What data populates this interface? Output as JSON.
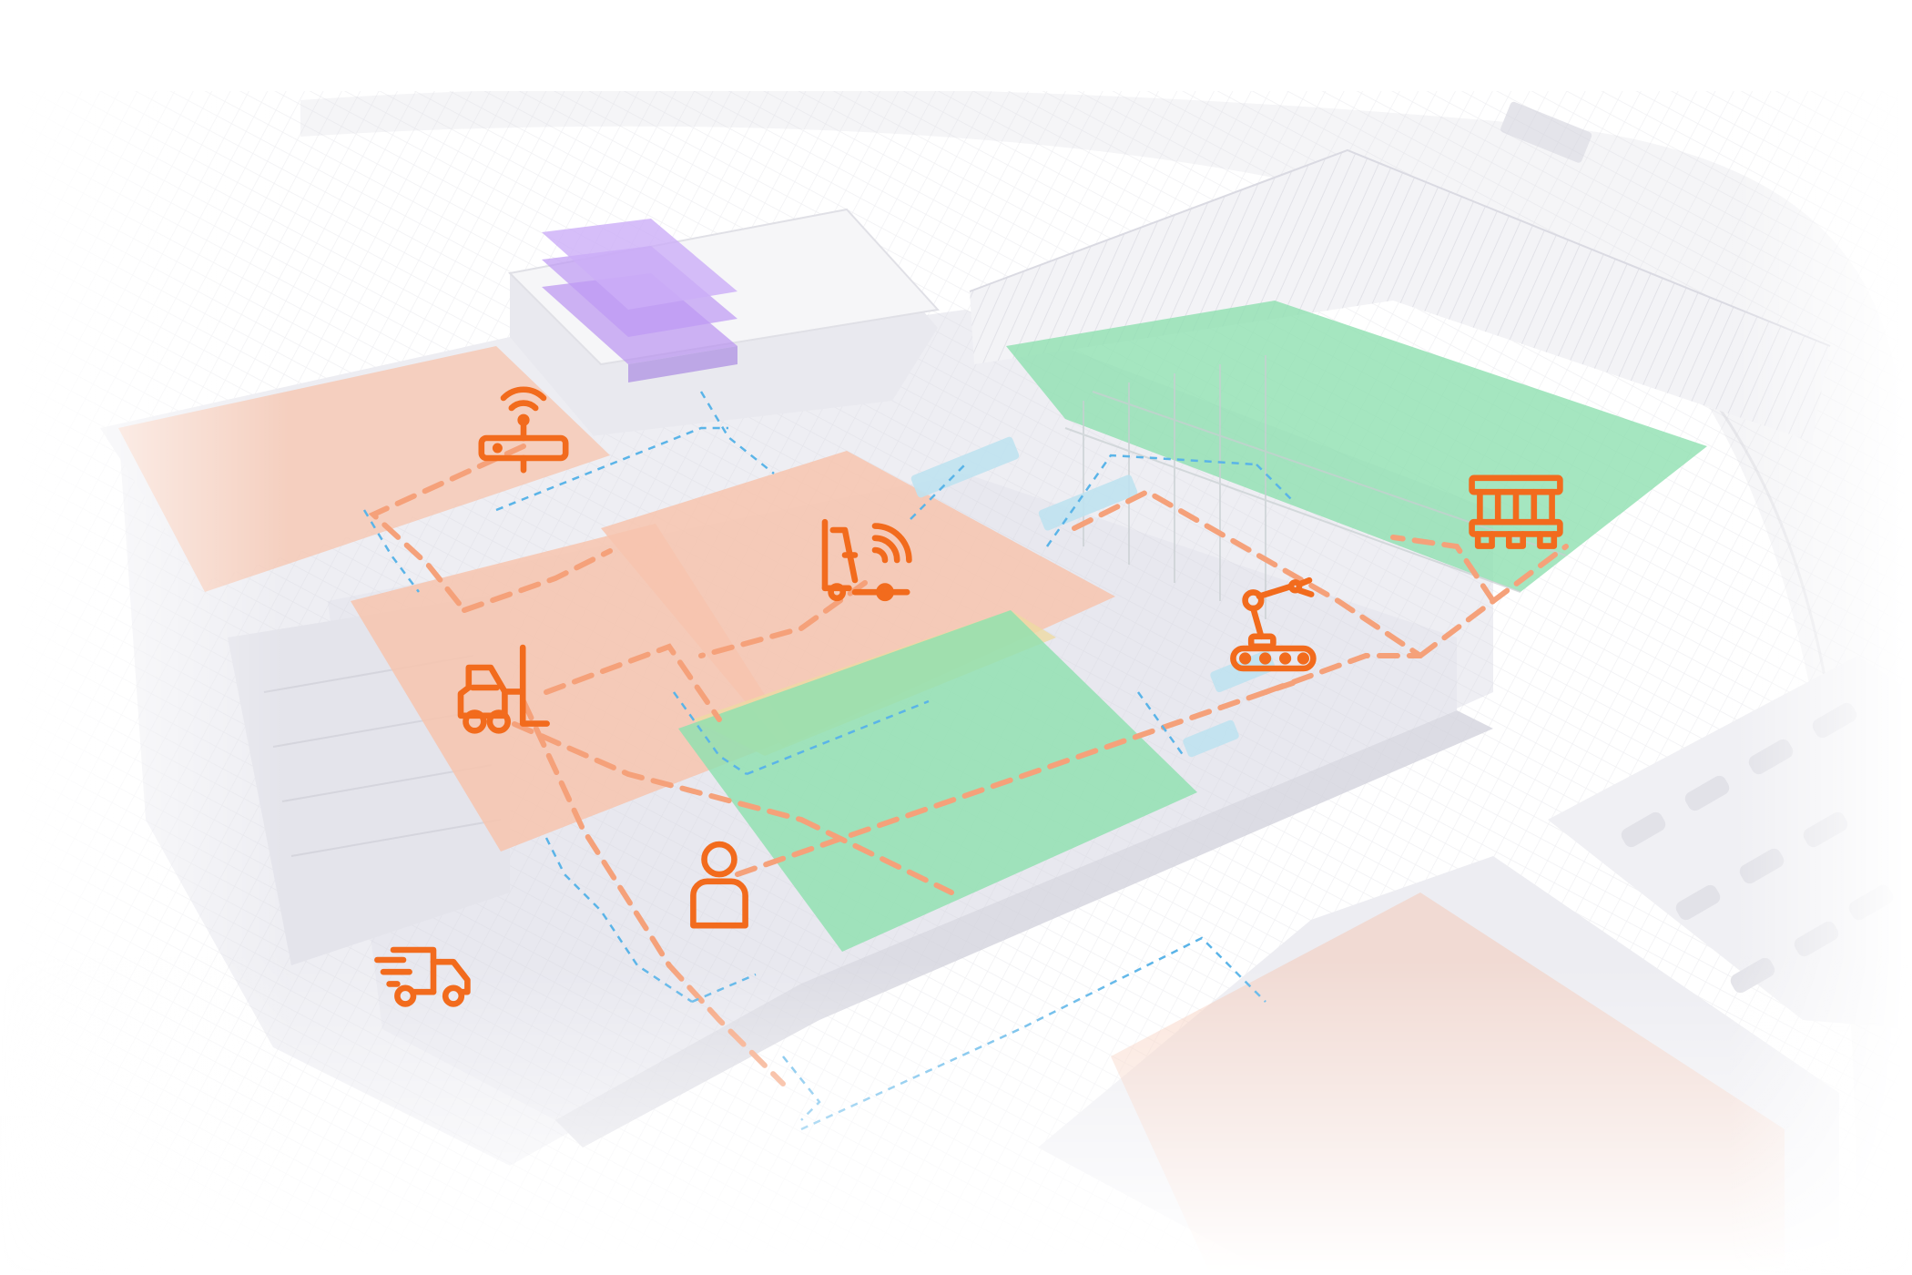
{
  "colors": {
    "accent": "#F26B1D",
    "network_line": "#5AB4E8",
    "production_zone": "#F7C4AE",
    "storage_zone": "#8FE0B0",
    "office_layers": "#B58CF0",
    "building": "#ECECF2",
    "building_edge": "#DCDCE4"
  },
  "zones": [
    {
      "name": "left-production-hall",
      "kind": "production"
    },
    {
      "name": "central-production-hall",
      "kind": "production"
    },
    {
      "name": "lower-production-hall",
      "kind": "production"
    },
    {
      "name": "assembly-storage-floor",
      "kind": "storage"
    },
    {
      "name": "high-bay-warehouse",
      "kind": "storage"
    },
    {
      "name": "office-floor-layers",
      "kind": "office"
    }
  ],
  "icons": [
    {
      "name": "wifi-router-icon"
    },
    {
      "name": "connected-forklift-icon"
    },
    {
      "name": "forklift-icon"
    },
    {
      "name": "robot-arm-icon"
    },
    {
      "name": "pallet-icon"
    },
    {
      "name": "worker-icon"
    },
    {
      "name": "delivery-truck-icon"
    }
  ]
}
